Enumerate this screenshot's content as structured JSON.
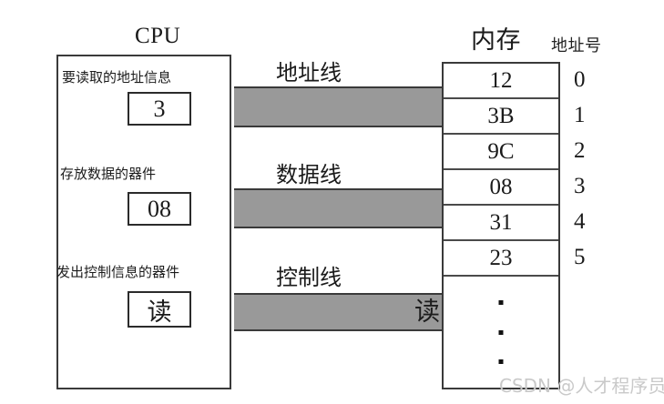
{
  "titles": {
    "cpu": "CPU",
    "memory": "内存",
    "address_number": "地址号"
  },
  "cpu": {
    "registers": [
      {
        "label": "要读取的地址信息",
        "value": "3"
      },
      {
        "label": "存放数据的器件",
        "value": "08"
      },
      {
        "label": "发出控制信息的器件",
        "value": "读"
      }
    ]
  },
  "buses": [
    {
      "name": "address",
      "label": "地址线",
      "signal": ""
    },
    {
      "name": "data",
      "label": "数据线",
      "signal": ""
    },
    {
      "name": "control",
      "label": "控制线",
      "signal": "读"
    }
  ],
  "memory": {
    "cells": [
      {
        "value": "12",
        "address": "0"
      },
      {
        "value": "3B",
        "address": "1"
      },
      {
        "value": "9C",
        "address": "2"
      },
      {
        "value": "08",
        "address": "3"
      },
      {
        "value": "31",
        "address": "4"
      },
      {
        "value": "23",
        "address": "5"
      }
    ],
    "continuation": "⋮"
  },
  "watermark": "CSDN @人才程序员",
  "colors": {
    "bus_fill": "#999999",
    "line": "#3a3a3a",
    "text": "#1a1a1a",
    "watermark": "#c9c9c9"
  }
}
